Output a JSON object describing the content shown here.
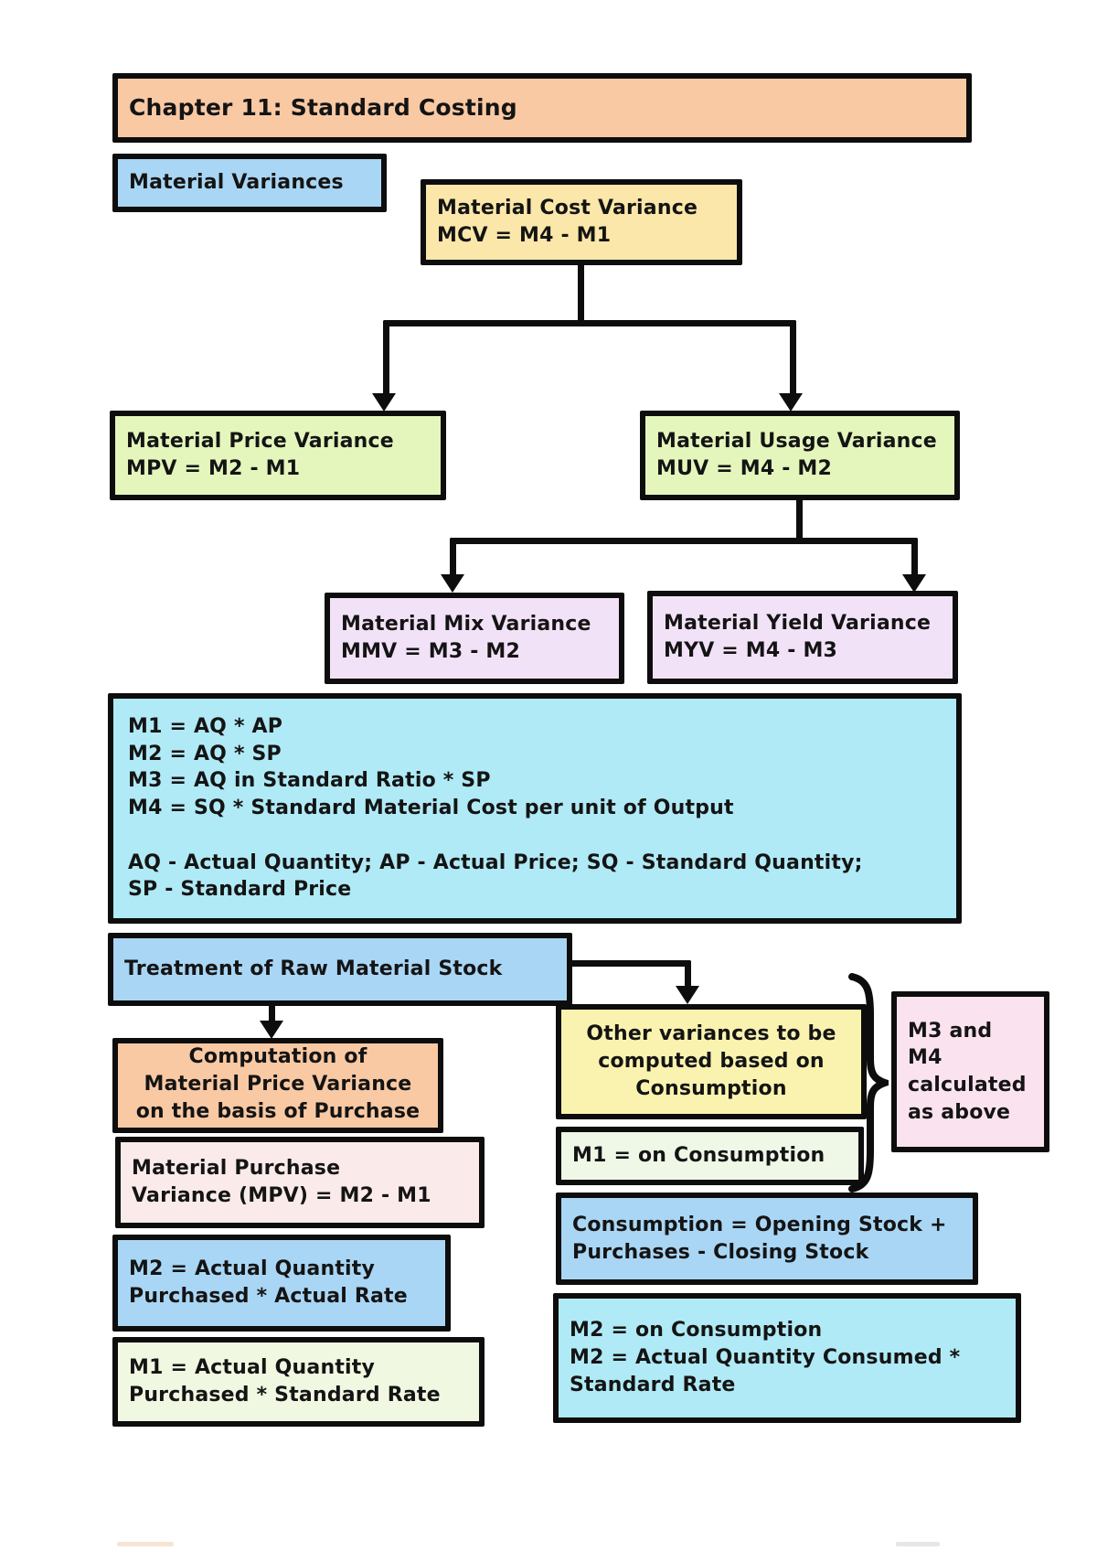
{
  "diagram": {
    "title": "Chapter 11: Standard Costing",
    "palette": {
      "peach": "#F9C9A4",
      "light_blue": "#A9D6F5",
      "cream_yellow": "#FBE7A9",
      "yellow_green": "#E4F6BC",
      "lavender": "#F2E2F8",
      "light_cyan": "#B0EAF6",
      "light_pink": "#FBEAEA",
      "cream_green": "#F1F8E2",
      "light_yellow": "#FAF3AF",
      "pale_green": "#EFF7E7",
      "pink": "#FBE2EF",
      "line_color": "#0d0d0d"
    }
  },
  "nodes": {
    "chapter": {
      "label": "Chapter 11: Standard Costing"
    },
    "material_variances": {
      "label": "Material Variances"
    },
    "mcv": {
      "lines": [
        "Material Cost Variance",
        "MCV = M4 - M1"
      ]
    },
    "mpv": {
      "lines": [
        "Material Price Variance",
        "MPV = M2 - M1"
      ]
    },
    "muv": {
      "lines": [
        "Material Usage Variance",
        "MUV = M4 - M2"
      ]
    },
    "mmv": {
      "lines": [
        "Material Mix Variance",
        "MMV = M3 - M2"
      ]
    },
    "myv": {
      "lines": [
        "Material Yield Variance",
        "MYV = M4 - M3"
      ]
    },
    "formulas": {
      "lines": [
        "M1 = AQ * AP",
        "M2 = AQ * SP",
        "M3 = AQ in Standard Ratio * SP",
        "M4 = SQ * Standard Material Cost per unit of Output",
        "",
        "AQ - Actual Quantity; AP - Actual Price; SQ - Standard Quantity;",
        "SP - Standard Price"
      ]
    },
    "treatment": {
      "label": "Treatment of Raw Material Stock"
    },
    "computation": {
      "lines": [
        "Computation of",
        "Material Price Variance",
        "on the basis of Purchase"
      ]
    },
    "mpv_purchase": {
      "lines": [
        "Material Purchase",
        "Variance (MPV) = M2 - M1"
      ]
    },
    "m2_purchased": {
      "lines": [
        "M2 = Actual Quantity",
        "Purchased * Actual Rate"
      ]
    },
    "m1_purchased": {
      "lines": [
        "M1 = Actual Quantity",
        "Purchased * Standard Rate"
      ]
    },
    "other_variances": {
      "lines": [
        "Other variances to be",
        "computed based on",
        "Consumption"
      ]
    },
    "m1_consumption": {
      "label": "M1 = on Consumption"
    },
    "m3_m4_note": {
      "lines": [
        "M3 and",
        "M4",
        "calculated",
        "as above"
      ]
    },
    "consumption_formula": {
      "lines": [
        "Consumption = Opening Stock +",
        "Purchases - Closing Stock"
      ]
    },
    "m2_consumption": {
      "lines": [
        "M2 = on Consumption",
        "M2 = Actual Quantity Consumed *",
        "Standard Rate"
      ]
    }
  }
}
